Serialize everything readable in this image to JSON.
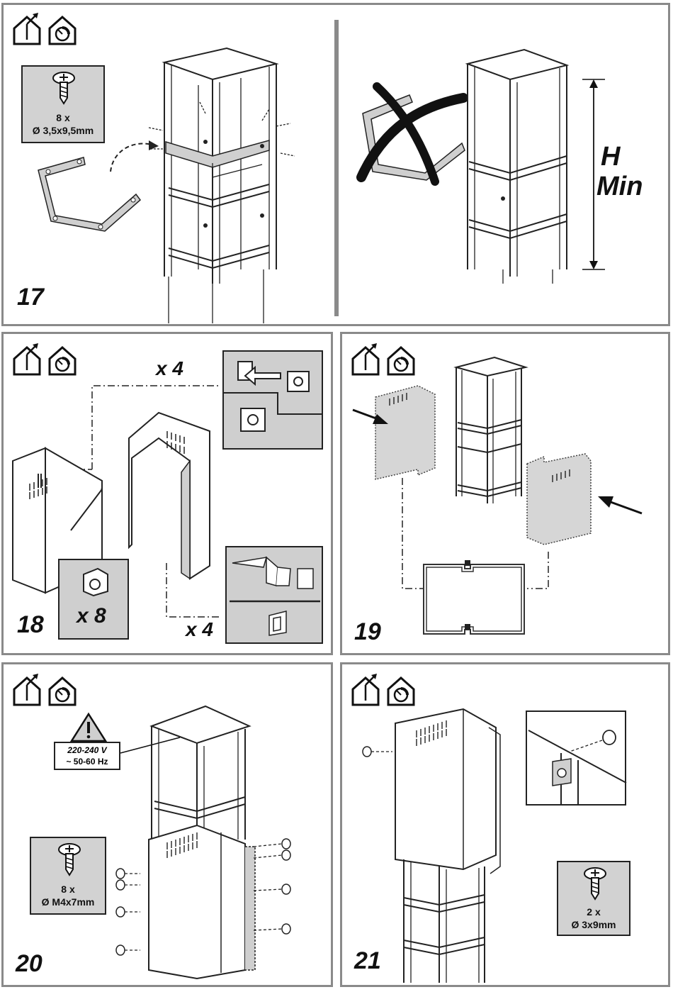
{
  "steps": [
    {
      "number": "17",
      "screw_quantity": "8 x",
      "screw_size": "Ø 3,5x9,5mm"
    },
    {
      "height_label": "H",
      "height_label2": "Min"
    },
    {
      "number": "18",
      "top_multiplier": "x 4",
      "clip_quantity": "x 8",
      "bottom_multiplier": "x 4"
    },
    {
      "number": "19"
    },
    {
      "number": "20",
      "warning_voltage": "220-240 V",
      "warning_freq": "~ 50-60 Hz",
      "screw_quantity": "8 x",
      "screw_size": "Ø M4x7mm"
    },
    {
      "number": "21",
      "screw_quantity": "2 x",
      "screw_size": "Ø 3x9mm"
    }
  ],
  "icons": [
    "house-ducted-icon",
    "house-recirculation-icon"
  ]
}
